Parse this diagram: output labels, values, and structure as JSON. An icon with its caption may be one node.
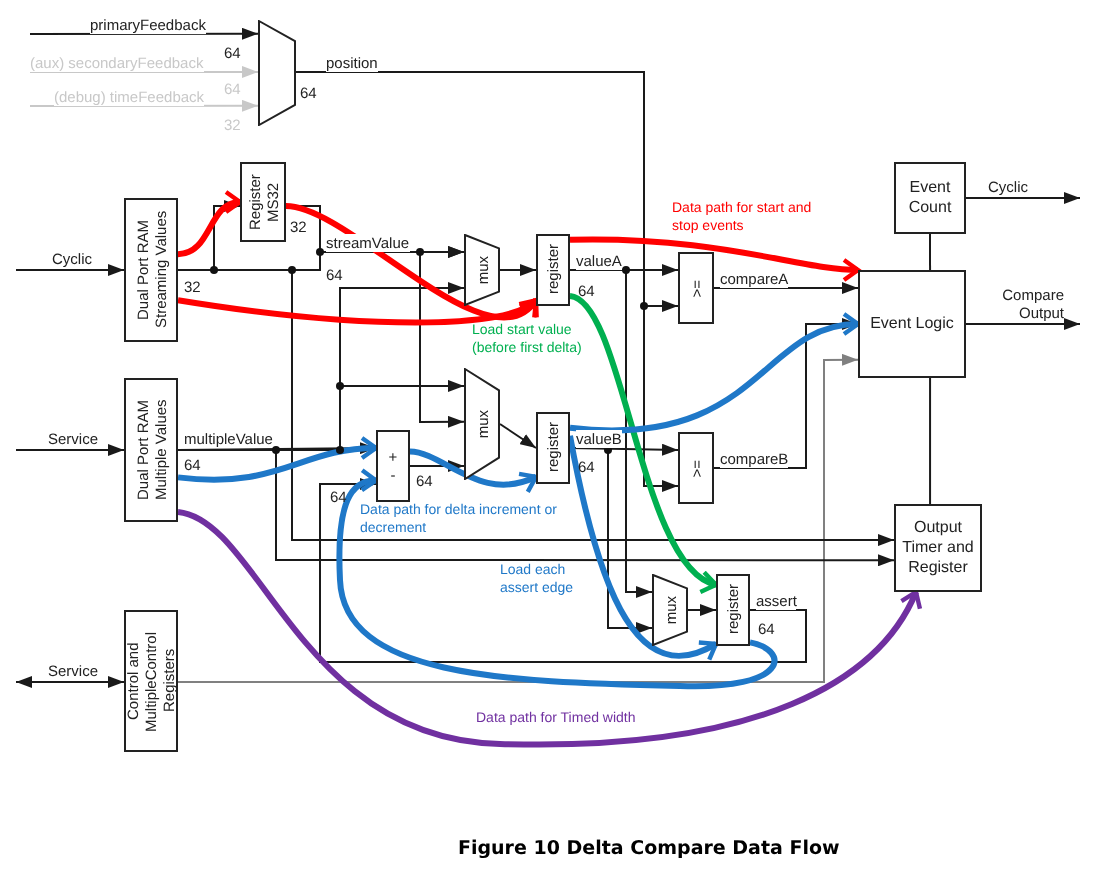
{
  "diagram": {
    "caption": "Figure 10 Delta Compare Data Flow",
    "nodes": [
      {
        "text": [],
        "shape": "trapezoid"
      },
      {
        "text": [
          "Dual Port RAM Streaming Values"
        ]
      },
      {
        "text": [
          "Register MS32"
        ]
      },
      {
        "text": [
          "mux"
        ]
      },
      {
        "text": [
          "register"
        ]
      },
      {
        "text": [
          ">="
        ]
      },
      {
        "text": [
          "Event Count"
        ]
      },
      {
        "text": [
          "Event Logic"
        ]
      },
      {
        "text": [
          "Dual Port RAM Multiple Values"
        ]
      },
      {
        "text": [
          "+",
          "-"
        ]
      },
      {
        "text": [
          "mux"
        ]
      },
      {
        "text": [
          "register"
        ]
      },
      {
        "text": [
          ">="
        ]
      },
      {
        "text": [
          "Output Timer and Register"
        ]
      },
      {
        "text": [
          "mux"
        ]
      },
      {
        "text": [
          "register"
        ]
      },
      {
        "text": [
          "Control and MultipleControl Registers"
        ]
      }
    ],
    "edges": [
      {
        "from": null,
        "to": 0,
        "arrow": "to",
        "label": "primaryFeedback"
      },
      {
        "from": null,
        "to": 0,
        "arrow": "to",
        "label": "(aux) secondaryFeedback",
        "color": "#c8c8c8"
      },
      {
        "from": null,
        "to": 0,
        "arrow": "to",
        "label": "(debug) timeFeedback",
        "color": "#c8c8c8"
      },
      {
        "from": 0,
        "to": 5,
        "arrow": "to",
        "label": "position"
      },
      {
        "from": 0,
        "to": 12,
        "arrow": "to"
      },
      {
        "from": null,
        "to": 1,
        "arrow": "to",
        "label": "Cyclic"
      },
      {
        "from": 1,
        "to": 2,
        "arrow": "to"
      },
      {
        "from": 2,
        "to": 3,
        "arrow": "to",
        "label": "streamValue"
      },
      {
        "from": 1,
        "to": 3,
        "arrow": "to"
      },
      {
        "from": 2,
        "to": 10,
        "arrow": "to"
      },
      {
        "from": 8,
        "to": 3,
        "arrow": "to"
      },
      {
        "from": 8,
        "to": 10,
        "arrow": "to"
      },
      {
        "from": 3,
        "to": 4,
        "arrow": "to"
      },
      {
        "from": 4,
        "to": 5,
        "arrow": "to",
        "label": "valueA"
      },
      {
        "from": 5,
        "to": 7,
        "arrow": "to",
        "label": "compareA"
      },
      {
        "from": 6,
        "to": 7,
        "arrow": "none"
      },
      {
        "from": 6,
        "to": null,
        "arrow": "to",
        "label": "Cyclic"
      },
      {
        "from": 7,
        "to": null,
        "arrow": "to",
        "label": "Compare Output"
      },
      {
        "from": null,
        "to": 8,
        "arrow": "to",
        "label": "Service"
      },
      {
        "from": 8,
        "to": 9,
        "arrow": "to",
        "label": "multipleValue"
      },
      {
        "from": 9,
        "to": 10,
        "arrow": "to"
      },
      {
        "from": 10,
        "to": 11,
        "arrow": "to"
      },
      {
        "from": 11,
        "to": 12,
        "arrow": "to",
        "label": "valueB"
      },
      {
        "from": 12,
        "to": 7,
        "arrow": "to",
        "label": "compareB"
      },
      {
        "from": 16,
        "to": 7,
        "arrow": "to",
        "color": "#808080"
      },
      {
        "from": null,
        "to": 16,
        "arrow": "both",
        "label": "Service"
      },
      {
        "from": 1,
        "to": 13,
        "arrow": "to"
      },
      {
        "from": 8,
        "to": 13,
        "arrow": "to"
      },
      {
        "from": 7,
        "to": 13,
        "arrow": "none"
      },
      {
        "from": 4,
        "to": 14,
        "arrow": "to"
      },
      {
        "from": 11,
        "to": 14,
        "arrow": "to"
      },
      {
        "from": 14,
        "to": 15,
        "arrow": "to"
      },
      {
        "from": 15,
        "to": 9,
        "arrow": "to",
        "label": "assert"
      },
      {
        "from": 1,
        "to": 2,
        "arrow": "to",
        "style": "thick",
        "color": "#ff0000"
      },
      {
        "from": 2,
        "to": 4,
        "arrow": "to",
        "style": "thick",
        "color": "#ff0000"
      },
      {
        "from": 1,
        "to": 4,
        "arrow": "to",
        "style": "thick",
        "color": "#ff0000"
      },
      {
        "from": 4,
        "to": 7,
        "arrow": "to",
        "style": "thick",
        "color": "#ff0000"
      },
      {
        "from": 4,
        "to": 15,
        "arrow": "to",
        "style": "thick",
        "color": "#00b050"
      },
      {
        "from": 8,
        "to": 9,
        "arrow": "to",
        "style": "thick",
        "color": "#1f78c8"
      },
      {
        "from": 9,
        "to": 11,
        "arrow": "to",
        "style": "thick",
        "color": "#1f78c8"
      },
      {
        "from": 11,
        "to": 7,
        "arrow": "to",
        "style": "thick",
        "color": "#1f78c8"
      },
      {
        "from": 11,
        "to": 15,
        "arrow": "to",
        "style": "thick",
        "color": "#1f78c8"
      },
      {
        "from": 15,
        "to": 9,
        "arrow": "to",
        "style": "thick",
        "color": "#1f78c8"
      },
      {
        "from": 8,
        "to": 13,
        "arrow": "to",
        "style": "thick",
        "color": "#7030a0"
      }
    ],
    "labels": [
      "64",
      "64",
      "32",
      "64",
      "32",
      "64",
      "32",
      "Data path for start and stop events",
      "64",
      "Load start value (before first delta)",
      "64",
      "64",
      "64",
      "64",
      "Data path for delta increment or decrement",
      "Load each assert edge",
      "64",
      "Data path for Timed width"
    ]
  }
}
